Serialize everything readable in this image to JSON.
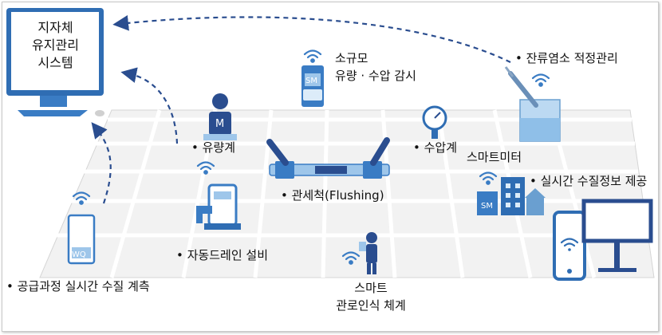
{
  "monitor_title": [
    "지자체",
    "유지관리",
    "시스템"
  ],
  "labels": {
    "small_scale": [
      "소규모",
      "유량 · 수압 감시"
    ],
    "chlorine": "잔류염소 적정관리",
    "flow_meter": "유량계",
    "pressure_meter": "수압계",
    "smart_meter": "스마트미터",
    "flushing": "관세척(Flushing)",
    "realtime_info": "실시간 수질정보 제공",
    "auto_drain": "자동드레인 설비",
    "supply_quality": "공급과정 실시간 수질 계측",
    "smart_pipe": [
      "스마트",
      "관로인식 체계"
    ]
  },
  "device_text": {
    "sm_top": "SM",
    "sm_bottom": "SM",
    "wq": "WQ",
    "m": "M"
  },
  "colors": {
    "blue": "#2f6db3",
    "light_blue": "#9ec6ea",
    "dark_blue": "#1f4f8f",
    "grid": "#d9d9d9",
    "arrow": "#2a4d8f"
  }
}
